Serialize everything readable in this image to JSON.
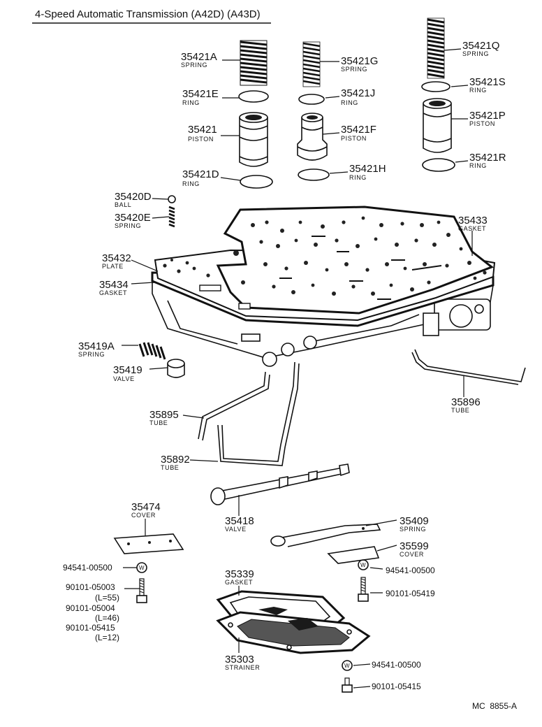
{
  "title": "4-Speed Automatic Transmission (A42D) (A43D)",
  "catalog_code": "MC  8855-A",
  "parts": [
    {
      "id": "35421A",
      "number": "35421A",
      "name": "SPRING"
    },
    {
      "id": "35421E",
      "number": "35421E",
      "name": "RING"
    },
    {
      "id": "35421",
      "number": "35421",
      "name": "PISTON"
    },
    {
      "id": "35421D",
      "number": "35421D",
      "name": "RING"
    },
    {
      "id": "35421G",
      "number": "35421G",
      "name": "SPRING"
    },
    {
      "id": "35421J",
      "number": "35421J",
      "name": "RING"
    },
    {
      "id": "35421F",
      "number": "35421F",
      "name": "PISTON"
    },
    {
      "id": "35421H",
      "number": "35421H",
      "name": "RING"
    },
    {
      "id": "35421Q",
      "number": "35421Q",
      "name": "SPRING"
    },
    {
      "id": "35421S",
      "number": "35421S",
      "name": "RING"
    },
    {
      "id": "35421P",
      "number": "35421P",
      "name": "PISTON"
    },
    {
      "id": "35421R",
      "number": "35421R",
      "name": "RING"
    },
    {
      "id": "35420D",
      "number": "35420D",
      "name": "BALL"
    },
    {
      "id": "35420E",
      "number": "35420E",
      "name": "SPRING"
    },
    {
      "id": "35433",
      "number": "35433",
      "name": "GASKET"
    },
    {
      "id": "35432",
      "number": "35432",
      "name": "PLATE"
    },
    {
      "id": "35434",
      "number": "35434",
      "name": "GASKET"
    },
    {
      "id": "35419A",
      "number": "35419A",
      "name": "SPRING"
    },
    {
      "id": "35419",
      "number": "35419",
      "name": "VALVE"
    },
    {
      "id": "35895",
      "number": "35895",
      "name": "TUBE"
    },
    {
      "id": "35896",
      "number": "35896",
      "name": "TUBE"
    },
    {
      "id": "35892",
      "number": "35892",
      "name": "TUBE"
    },
    {
      "id": "35474",
      "number": "35474",
      "name": "COVER"
    },
    {
      "id": "35418",
      "number": "35418",
      "name": "VALVE"
    },
    {
      "id": "35409",
      "number": "35409",
      "name": "SPRING"
    },
    {
      "id": "35599",
      "number": "35599",
      "name": "COVER"
    },
    {
      "id": "35339",
      "number": "35339",
      "name": "GASKET"
    },
    {
      "id": "35303",
      "number": "35303",
      "name": "STRAINER"
    }
  ],
  "fasteners": [
    {
      "id": "w_left",
      "number": "94541-00500"
    },
    {
      "id": "b_left_1",
      "number": "90101-05003",
      "length": "(L=55)"
    },
    {
      "id": "b_left_2",
      "number": "90101-05004",
      "length": "(L=46)"
    },
    {
      "id": "b_left_3",
      "number": "90101-05415",
      "length": "(L=12)"
    },
    {
      "id": "w_right",
      "number": "94541-00500"
    },
    {
      "id": "b_right",
      "number": "90101-05419"
    },
    {
      "id": "w_bottom",
      "number": "94541-00500"
    },
    {
      "id": "b_bottom",
      "number": "90101-05415"
    }
  ],
  "washer_mark": "W"
}
